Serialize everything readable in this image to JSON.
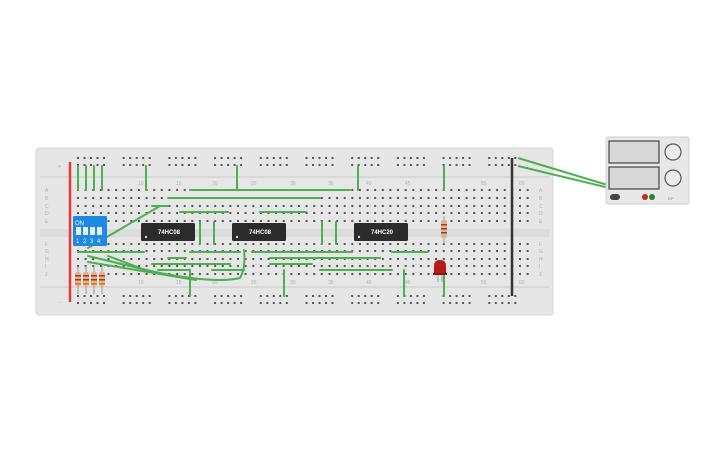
{
  "breadboard": {
    "column_labels_top": [
      "10",
      "15",
      "20",
      "25",
      "30",
      "35",
      "40",
      "45",
      "55",
      "60"
    ],
    "column_labels_bottom": [
      "10",
      "15",
      "20",
      "25",
      "30",
      "35",
      "40",
      "45",
      "55",
      "60"
    ],
    "row_labels_top": [
      "A",
      "B",
      "C",
      "D",
      "E"
    ],
    "row_labels_bottom": [
      "F",
      "G",
      "H",
      "I",
      "J"
    ],
    "rail_marks": [
      "+",
      "−"
    ],
    "colors": {
      "board": "#e6e6e6",
      "hole": "#555555",
      "wire": "#4caf50",
      "rail_red": "#e53935",
      "rail_dark": "#333333"
    }
  },
  "chips": [
    {
      "label": "74HC08"
    },
    {
      "label": "74HC08"
    },
    {
      "label": "74HC20"
    }
  ],
  "dip_switch": {
    "on_label": "ON",
    "numbers": [
      "1",
      "2",
      "3",
      "4"
    ],
    "color": "#1e88e5"
  },
  "power_supply": {
    "brand_text": "DP",
    "colors": {
      "body": "#e8e8e8",
      "display": "#d8d8d8"
    }
  },
  "led": {
    "color": "#b71c1c"
  }
}
